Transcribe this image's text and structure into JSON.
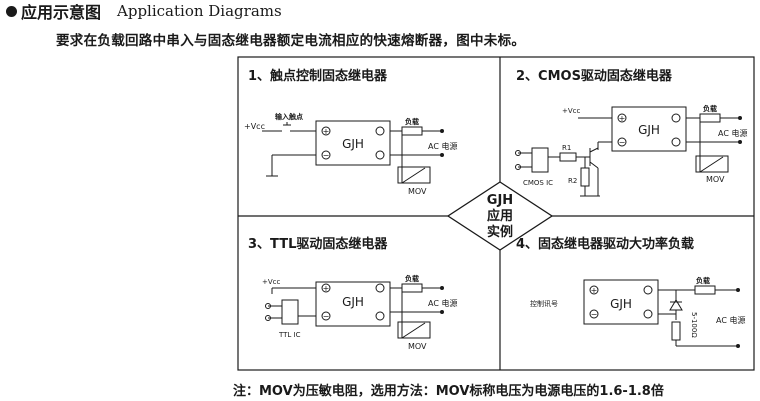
{
  "heading": {
    "title_cn": "应用示意图",
    "title_en": "Application Diagrams"
  },
  "requirement_text": "要求在负载回路中串入与固态继电器额定电流相应的快速熔断器，图中未标。",
  "center_badge": {
    "line1": "GJH",
    "line2": "应用",
    "line3": "实例"
  },
  "panels": [
    {
      "title": "1、触点控制固态继电器",
      "relay": "GJH",
      "vcc": "+Vcc",
      "contact": "输入触点",
      "load": "负载",
      "ac": "AC 电源",
      "mov": "MOV"
    },
    {
      "title": "2、CMOS驱动固态继电器",
      "relay": "GJH",
      "vcc": "+Vcc",
      "r1": "R1",
      "r2": "R2",
      "ic": "CMOS IC",
      "load": "负载",
      "ac": "AC 电源",
      "mov": "MOV"
    },
    {
      "title": "3、TTL驱动固态继电器",
      "relay": "GJH",
      "vcc": "+Vcc",
      "ic": "TTL IC",
      "load": "负载",
      "ac": "AC 电源",
      "mov": "MOV"
    },
    {
      "title": "4、固态继电器驱动大功率负载",
      "relay": "GJH",
      "control": "控制讯号",
      "load": "负载",
      "ac": "AC 电源",
      "resistor": "5-100Ω"
    }
  ],
  "footnote": "注：MOV为压敏电阻，选用方法：MOV标称电压为电源电压的1.6-1.8倍"
}
